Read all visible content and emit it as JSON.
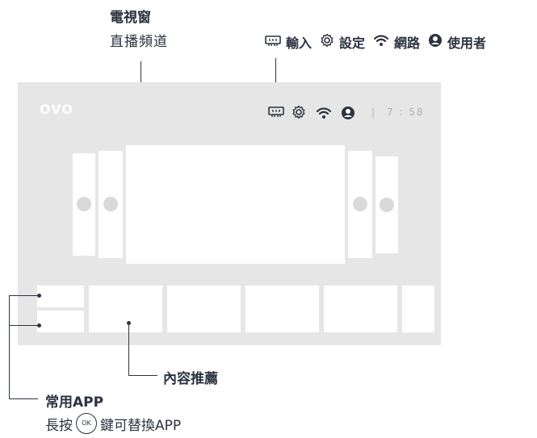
{
  "top_callout": {
    "title": "電視窗",
    "subtitle": "直播頻道"
  },
  "status_legend": [
    {
      "icon": "input-icon",
      "label": "輸入"
    },
    {
      "icon": "gear-icon",
      "label": "設定"
    },
    {
      "icon": "wifi-icon",
      "label": "網路"
    },
    {
      "icon": "user-icon",
      "label": "使用者"
    }
  ],
  "screen": {
    "logo": "OVO",
    "separator": "|",
    "time": "7 : 58"
  },
  "recommend_callout": {
    "label": "內容推薦"
  },
  "apps_callout": {
    "title": "常用APP",
    "hint_prefix": "長按",
    "ok_key": "OK",
    "hint_suffix": "鍵可替換APP"
  },
  "colors": {
    "accent": "#2b3340",
    "tv_bg": "#e6e6e6",
    "tile": "#ffffff"
  }
}
